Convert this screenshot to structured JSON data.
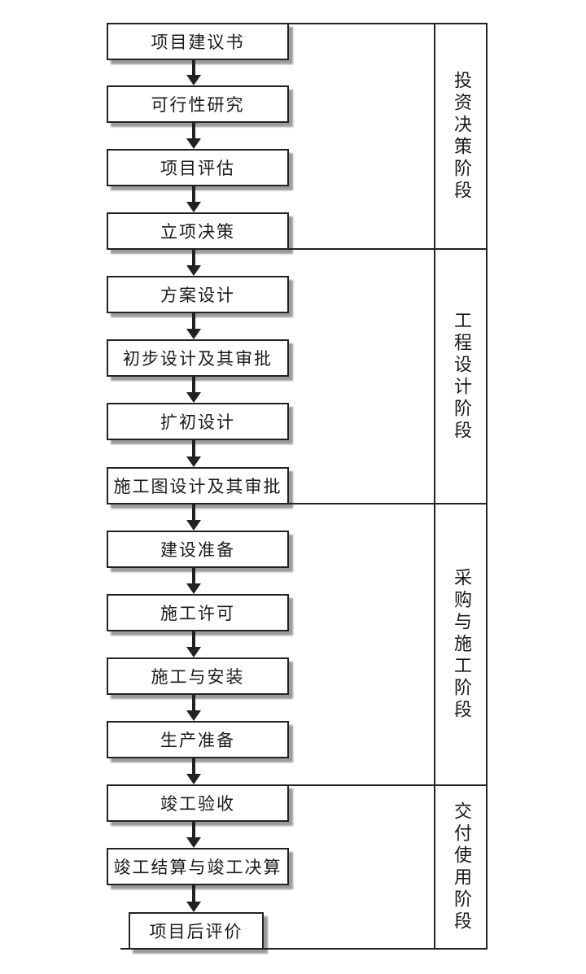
{
  "diagram": {
    "description_names": {
      "step_box": "flow-step-box",
      "stage_cell": "phase-label-cell"
    },
    "stages": [
      {
        "label": "投资决策阶段",
        "steps": [
          {
            "label": "项目建议书"
          },
          {
            "label": "可行性研究"
          },
          {
            "label": "项目评估"
          },
          {
            "label": "立项决策"
          }
        ]
      },
      {
        "label": "工程设计阶段",
        "steps": [
          {
            "label": "方案设计"
          },
          {
            "label": "初步设计及其审批"
          },
          {
            "label": "扩初设计"
          },
          {
            "label": "施工图设计及其审批"
          }
        ]
      },
      {
        "label": "采购与施工阶段",
        "steps": [
          {
            "label": "建设准备"
          },
          {
            "label": "施工许可"
          },
          {
            "label": "施工与安装"
          },
          {
            "label": "生产准备"
          }
        ]
      },
      {
        "label": "交付使用阶段",
        "steps": [
          {
            "label": "竣工验收"
          },
          {
            "label": "竣工结算与竣工决算"
          },
          {
            "label": "项目后评价"
          }
        ]
      }
    ],
    "colors": {
      "line": "#222222",
      "box_fill": "#ffffff",
      "shadow": "#9b9b9b",
      "background": "#ffffff",
      "text": "#1a1a1a"
    }
  }
}
